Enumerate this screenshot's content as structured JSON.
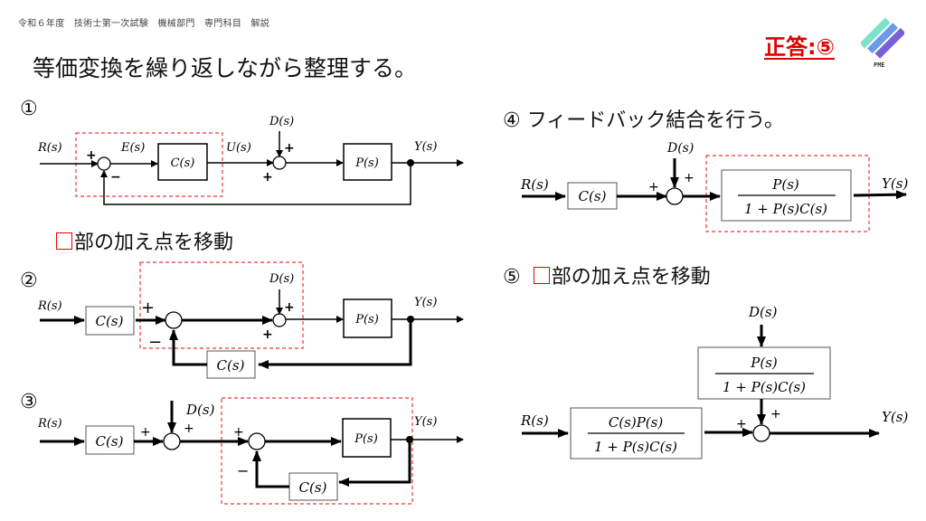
{
  "header": {
    "breadcrumb": "令和６年度　技術士第一次試験　機械部門　専門科目　解説"
  },
  "title": "等価変換を繰り返しながら整理する。",
  "answer": {
    "label": "正答:⑤",
    "color": "#e00000"
  },
  "logo": {
    "text": "PME",
    "colors": [
      "#7fe0cc",
      "#6a9ae8",
      "#7a5fd6"
    ]
  },
  "steps": [
    {
      "number": "①",
      "caption": ""
    },
    {
      "number": "②",
      "caption": ""
    },
    {
      "number": "③",
      "caption": ""
    },
    {
      "number": "④",
      "caption": "フィードバック結合を行う。"
    },
    {
      "number": "⑤",
      "caption": "部の加え点を移動"
    }
  ],
  "note_1": "部の加え点を移動",
  "signals": {
    "R": "R(s)",
    "E": "E(s)",
    "U": "U(s)",
    "D": "D(s)",
    "Y": "Y(s)"
  },
  "blocks": {
    "C": "C(s)",
    "P": "P(s)",
    "closed_loop_num": "P(s)",
    "closed_loop_den": "1 + P(s)C(s)",
    "ref_num": "C(s)P(s)",
    "ref_den": "1 + P(s)C(s)"
  },
  "signs": {
    "plus": "+",
    "minus": "−"
  },
  "colors": {
    "highlight": "#e8393d",
    "line": "#000000"
  }
}
